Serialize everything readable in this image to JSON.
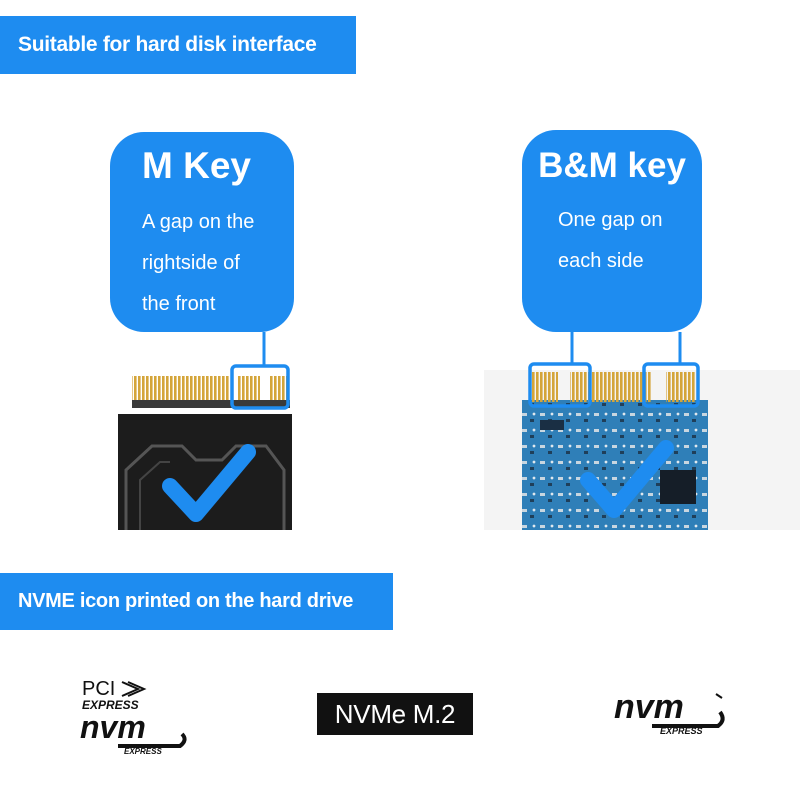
{
  "banners": {
    "top": "Suitable for hard disk interface",
    "bottom": "NVME icon printed on the hard drive"
  },
  "m_key": {
    "title": "M Key",
    "lines": [
      "A gap on the",
      "rightside of",
      "the front"
    ]
  },
  "bm_key": {
    "title": "B&M key",
    "lines": [
      "One gap on",
      "each side"
    ]
  },
  "logos": {
    "pci_line1": "PCI",
    "pci_line2": "EXPRESS",
    "nvm_text": "nvm",
    "express_text": "EXPRESS",
    "nvme_m2": "NVMe M.2"
  },
  "colors": {
    "accent": "#1e8cf0",
    "gold_contacts": "#d4a53a",
    "pcb_blue": "#2f7fb8",
    "heatsink": "#1c1c1c"
  }
}
